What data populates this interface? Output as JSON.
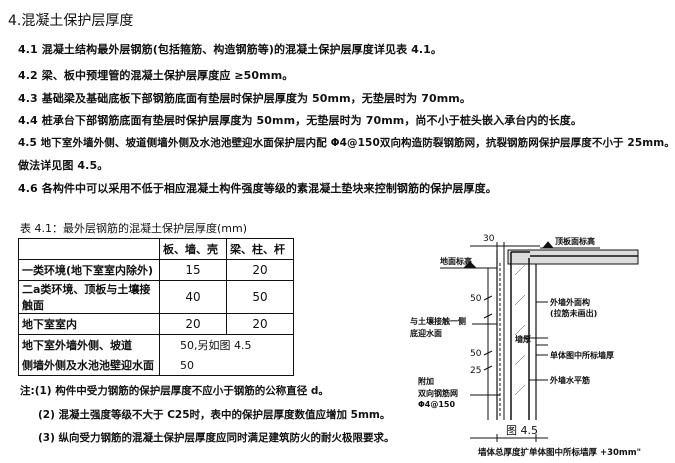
{
  "title": "4.混凝土保护层厚度",
  "paragraphs": [
    "4.1 混凝土结构最外层钢筋(包括箍筋、构造钢筋等)的混凝土保护层厚度详见表 4.1。",
    "4.2 梁、板中预埋管的混凝土保护层厚度应 ≥50mm。",
    "4.3 基础梁及基础底板下部钢筋底面有垫层时保护层厚度为 50mm，无垫层时为 70mm。",
    "4.4 桩承台下部钢筋底面有垫层时保护层厚度为 50mm，无垫层时为 70mm，尚不小于桩头嵌入承台内的长度。",
    "4.5 地下室外墙外侧、坡道侧墙外侧及水池池壁迎水面保护层内配 Φ4@150双向构造防裂钢筋网，抗裂钢筋网保护层厚度不小于 25mm。",
    "做法详见图 4.5。",
    "4.6 各构件中可以采用不低于相应混凝土构件强度等级的素混凝土垫块来控制钢筋的保护层厚度。"
  ],
  "table": {
    "caption": "表 4.1：最外层钢筋的混凝土保护层厚度(mm)",
    "headers": [
      "",
      "板、墙、壳",
      "梁、柱、杆"
    ],
    "rows": [
      {
        "label": "一类环境(地下室室内除外)",
        "v1": "15",
        "v2": "20"
      },
      {
        "label": "二a类环境、顶板与土壤接触面",
        "v1": "40",
        "v2": "50"
      },
      {
        "label": "地下室室内",
        "v1": "20",
        "v2": "20"
      },
      {
        "label": "地下室外墙外侧、坡道",
        "v1": "50,另如图 4.5",
        "v2": ""
      },
      {
        "label": "侧墙外侧及水池池壁迎水面",
        "v1": "50",
        "v2": ""
      }
    ]
  },
  "notes": [
    "注:(1) 构件中受力钢筋的保护层厚度不应小于钢筋的公称直径 d。",
    "(2) 混凝土强度等级不大于 C25时，表中的保护层厚度数值应增加 5mm。",
    "(3) 纵向受力钢筋的混凝土保护层厚度应同时满足建筑防火的耐火极限要求。"
  ],
  "figure": {
    "caption": "图 4.5",
    "bottom_label": "墙体总厚度扩单体图中所标墙厚 +30mm\"",
    "labels": {
      "top_slab": "顶板面标高",
      "ground": "地面标高",
      "soil_face_1": "与土壤接触一侧",
      "soil_face_2": "底迎水面",
      "wall_outer_face_1": "外墙外面构",
      "wall_outer_face_2": "(拉筋未画出)",
      "wall": "墙厚",
      "wall_thickness": "单体图中所标墙厚",
      "wall_level": "外墙水平筋",
      "mesh_1": "附加",
      "mesh_2": "双向钢筋网",
      "mesh_3": "Φ4@150"
    },
    "dims": {
      "top": "30",
      "d50a": "50",
      "d50b": "50",
      "d25": "25"
    }
  },
  "colors": {
    "ink": "#111111",
    "background": "#ffffff"
  }
}
